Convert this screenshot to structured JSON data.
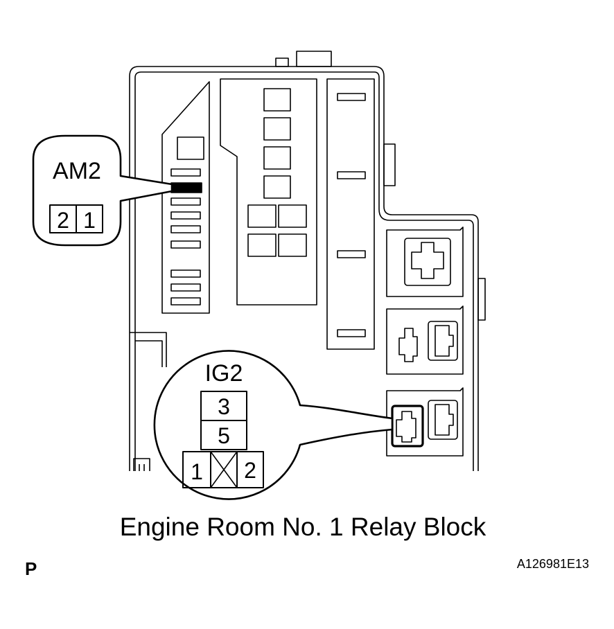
{
  "caption": "Engine Room No. 1 Relay Block",
  "corner_letter": "P",
  "reference_code": "A126981E13",
  "callouts": {
    "am2": {
      "name": "AM2",
      "terminals": [
        "2",
        "1"
      ]
    },
    "ig2": {
      "name": "IG2",
      "terminal_top": "3",
      "terminal_mid": "5",
      "terminal_left": "1",
      "terminal_right": "2"
    }
  }
}
